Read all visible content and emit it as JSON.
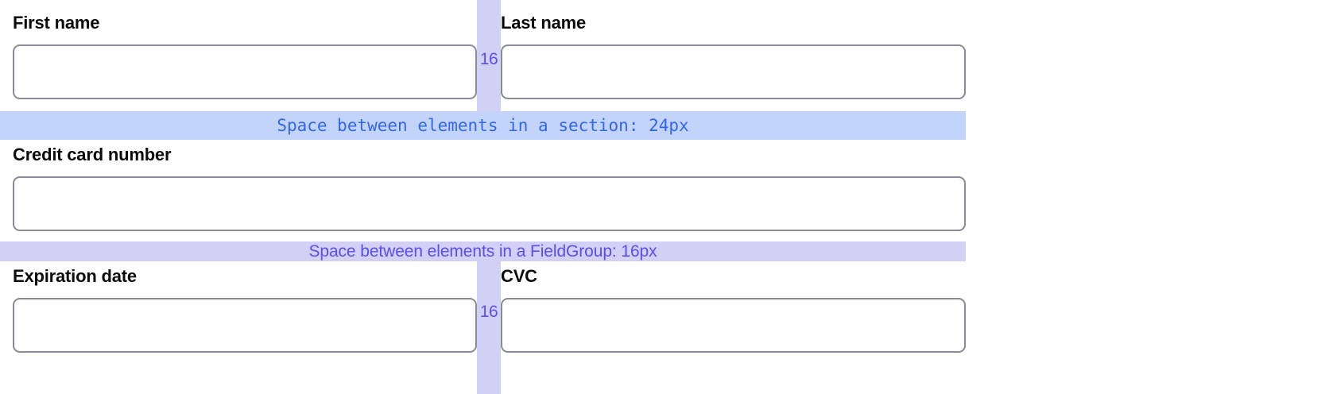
{
  "form": {
    "rows": [
      {
        "name": "name-row",
        "left": {
          "label": "First name",
          "value": "",
          "placeholder": ""
        },
        "right": {
          "label": "Last name",
          "value": "",
          "placeholder": ""
        },
        "gap_marker": "16"
      },
      {
        "name": "card-row",
        "full": {
          "label": "Credit card number",
          "value": "",
          "placeholder": ""
        }
      },
      {
        "name": "expiry-row",
        "left": {
          "label": "Expiration date",
          "value": "",
          "placeholder": ""
        },
        "right": {
          "label": "CVC",
          "value": "",
          "placeholder": ""
        },
        "gap_marker": "16"
      }
    ]
  },
  "annotations": {
    "section_band": {
      "text": "Space between elements in a section: 24px",
      "value": "24px",
      "background": "#c3d4fb",
      "color": "#3366ee"
    },
    "fieldgroup_band": {
      "text": "Space between elements in a FieldGroup: 16px",
      "value": "16px",
      "background": "#d3d0f5",
      "color": "#5b4ef0"
    },
    "column_gap": {
      "value": "16",
      "background": "#d3d0f5",
      "color": "#5b4ef0"
    }
  },
  "colors": {
    "input_border": "#8a8a98",
    "label_text": "#0b0b0d",
    "page_background": "#ffffff"
  }
}
